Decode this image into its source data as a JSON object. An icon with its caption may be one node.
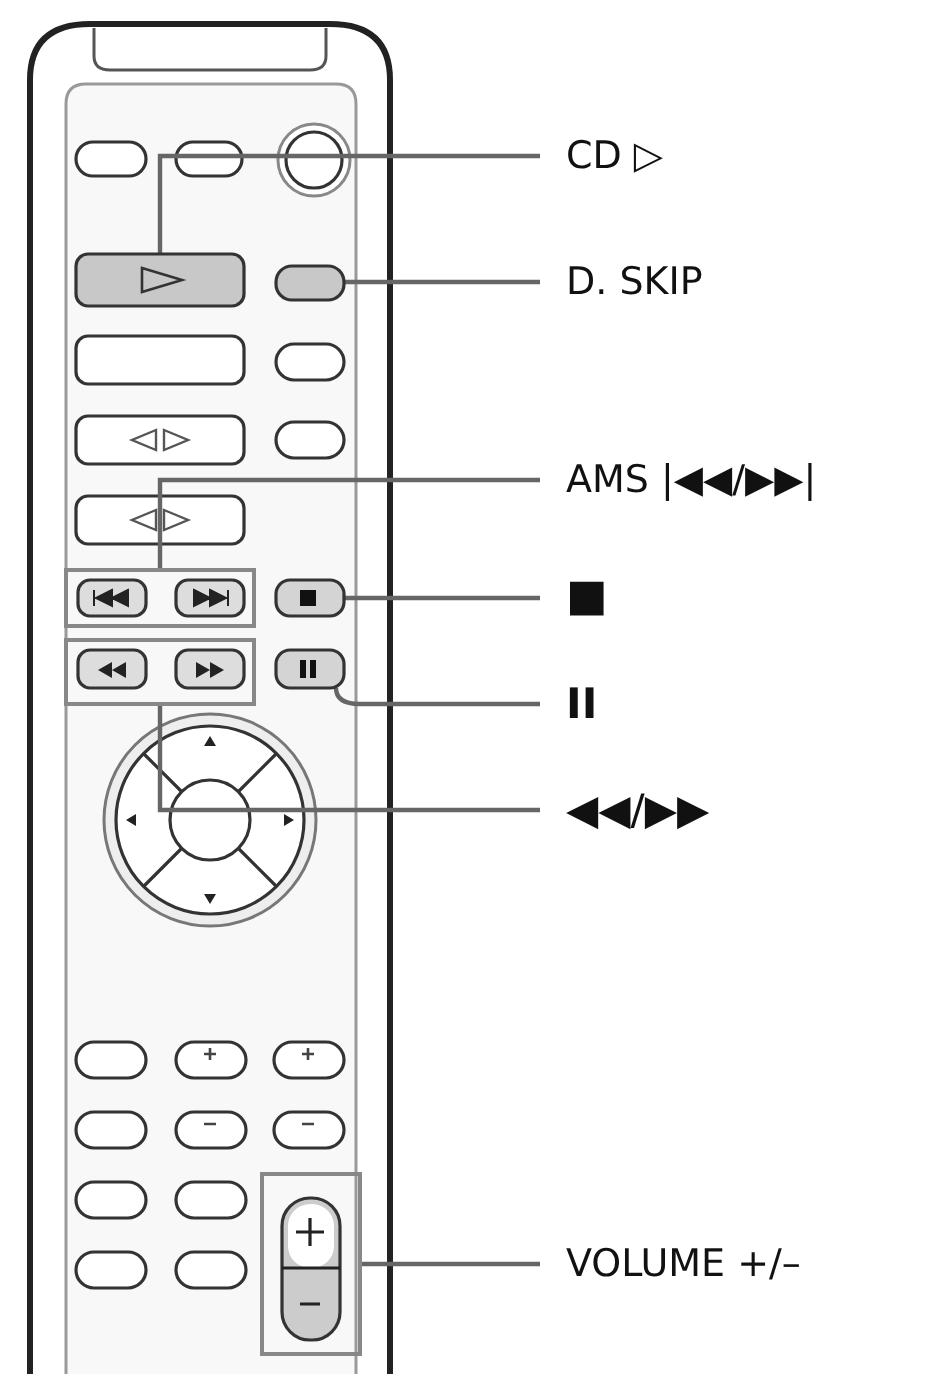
{
  "diagram": {
    "nodes": [
      {
        "text": [
          "CD ▷"
        ]
      },
      {
        "text": [
          "D. SKIP"
        ]
      },
      {
        "text": [
          "AMS |◀◀/▶▶|"
        ]
      },
      {
        "text": [
          "■"
        ]
      },
      {
        "text": [
          "II"
        ]
      },
      {
        "text": [
          "◀◀/▶▶"
        ]
      },
      {
        "text": [
          "VOLUME +/–"
        ]
      },
      {
        "text": [],
        "shape": "box"
      },
      {
        "text": [],
        "shape": "box"
      },
      {
        "text": [],
        "shape": "box"
      },
      {
        "text": [],
        "shape": "box"
      },
      {
        "text": [],
        "shape": "box"
      },
      {
        "text": [],
        "shape": "box"
      },
      {
        "text": [],
        "shape": "box"
      }
    ],
    "edges": [
      {
        "from": 0,
        "to": 7,
        "arrow": "none"
      },
      {
        "from": 1,
        "to": 8,
        "arrow": "none"
      },
      {
        "from": 2,
        "to": 9,
        "arrow": "none"
      },
      {
        "from": 3,
        "to": 10,
        "arrow": "none"
      },
      {
        "from": 4,
        "to": 11,
        "arrow": "none"
      },
      {
        "from": 5,
        "to": 12,
        "arrow": "none"
      },
      {
        "from": 6,
        "to": 13,
        "arrow": "none"
      }
    ]
  }
}
